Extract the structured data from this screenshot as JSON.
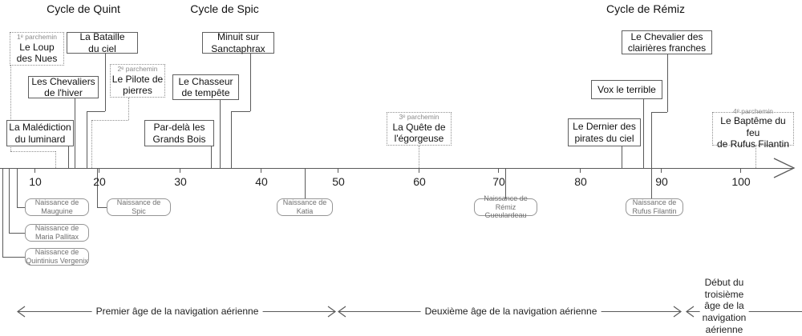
{
  "diagram": {
    "cycles": [
      {
        "label": "Cycle de Quint"
      },
      {
        "label": "Cycle de Spic"
      },
      {
        "label": "Cycle de Rémiz"
      }
    ],
    "books": [
      {
        "caption": "1ᵉ parchemin",
        "title": "Le Loup\ndes Nues"
      },
      {
        "title": "La Bataille\ndu ciel"
      },
      {
        "title": "Les Chevaliers\nde l'hiver"
      },
      {
        "title": "La Malédiction\ndu luminard"
      },
      {
        "caption": "2ᵉ parchemin",
        "title": "Le Pilote de\npierres"
      },
      {
        "title": "Minuit sur\nSanctaphrax"
      },
      {
        "title": "Le Chasseur\nde tempête"
      },
      {
        "title": "Par-delà les\nGrands Bois"
      },
      {
        "caption": "3ᵉ parchemin",
        "title": "La Quête de\nl'égorgeuse"
      },
      {
        "title": "Le Dernier des\npirates du ciel"
      },
      {
        "title": "Vox le terrible"
      },
      {
        "title": "Le Chevalier des\nclairières franches"
      },
      {
        "caption": "4ᵉ parchemin",
        "title": "Le Baptême du feu\nde Rufus Filantin"
      }
    ],
    "axis": {
      "ticks": [
        "10",
        "20",
        "30",
        "40",
        "50",
        "60",
        "70",
        "80",
        "90",
        "100"
      ]
    },
    "births": [
      {
        "label": "Naissance de\nMauguine"
      },
      {
        "label": "Naissance de\nMaria Pallitax"
      },
      {
        "label": "Naissance de\nQuintinius Vergenix"
      },
      {
        "label": "Naissance de\nSpic"
      },
      {
        "label": "Naissance de\nKatia"
      },
      {
        "label": "Naissance de\nRémiz Gueulardeau"
      },
      {
        "label": "Naissance de\nRufus Filantin"
      }
    ],
    "eras": [
      {
        "label": "Premier âge de la navigation aérienne"
      },
      {
        "label": "Deuxième âge de la navigation aérienne"
      },
      {
        "label": "Début du\ntroisième\nâge de la\nnavigation\naérienne"
      }
    ],
    "colors": {
      "line": "#5a5a5a",
      "muted": "#8f8f8f",
      "text": "#1a1a1a"
    }
  }
}
